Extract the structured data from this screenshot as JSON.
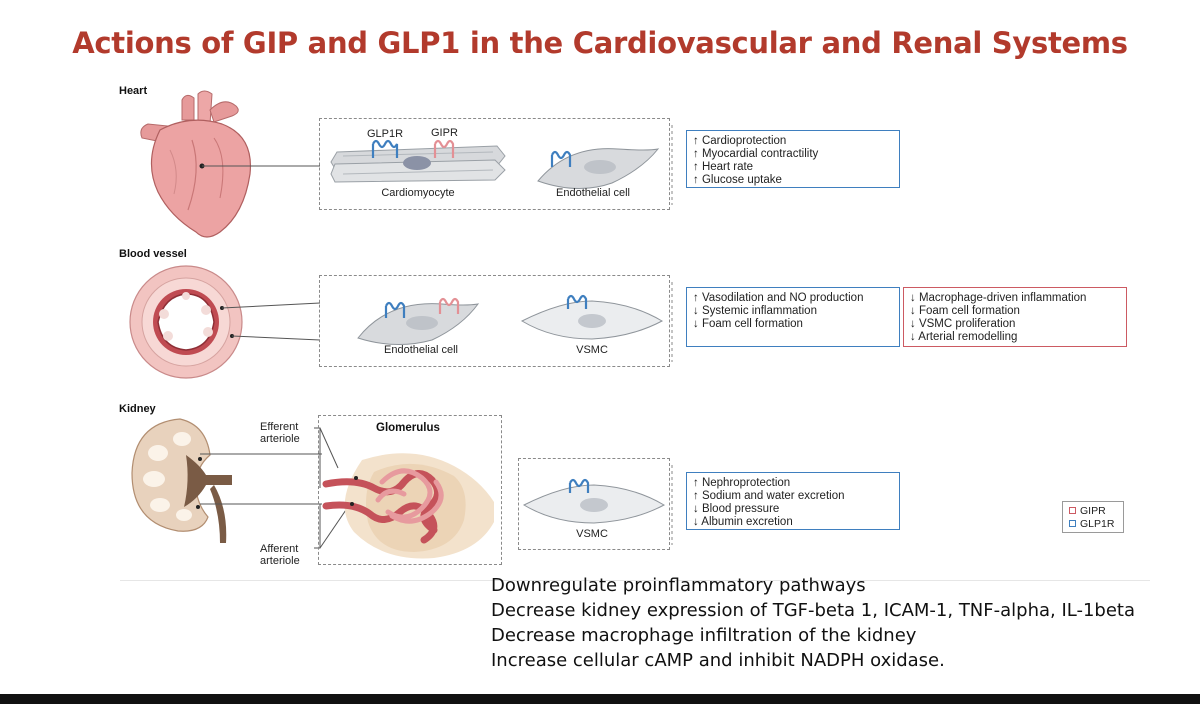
{
  "title": "Actions of GIP and GLP1 in the Cardiovascular and Renal Systems",
  "sections": {
    "heart": {
      "label": "Heart",
      "receptors": [
        "GLP1R",
        "GIPR"
      ],
      "cells": [
        "Cardiomyocyte",
        "Endothelial cell"
      ],
      "effects": [
        "↑ Cardioprotection",
        "↑ Myocardial contractility",
        "↑ Heart rate",
        "↑ Glucose uptake"
      ]
    },
    "blood_vessel": {
      "label": "Blood vessel",
      "cells": [
        "Endothelial cell",
        "VSMC"
      ],
      "effects_glp1r": [
        "↑ Vasodilation and NO production",
        "↓ Systemic inflammation",
        "↓ Foam cell formation"
      ],
      "effects_gipr": [
        "↓ Macrophage-driven inflammation",
        "↓ Foam cell formation",
        "↓ VSMC proliferation",
        "↓ Arterial remodelling"
      ]
    },
    "kidney": {
      "label": "Kidney",
      "efferent": [
        "Efferent",
        "arteriole"
      ],
      "afferent": [
        "Afferent",
        "arteriole"
      ],
      "glomerulus": "Glomerulus",
      "cell": "VSMC",
      "effects": [
        "↑ Nephroprotection",
        "↑ Sodium and water excretion",
        "↓ Blood pressure",
        "↓ Albumin excretion"
      ]
    }
  },
  "legend": {
    "gipr": "GIPR",
    "glp1r": "GLP1R"
  },
  "notes": [
    "Downregulate proinflammatory pathways",
    "Decrease kidney expression of TGF-beta 1, ICAM-1, TNF-alpha, IL-1beta",
    "Decrease macrophage infiltration of the kidney",
    "Increase cellular cAMP and inhibit NADPH oxidase."
  ],
  "colors": {
    "title": "#b23a2c",
    "glp1r": "#3f7fbf",
    "gipr": "#cc5a62",
    "tissue": "#e8a3a3"
  }
}
